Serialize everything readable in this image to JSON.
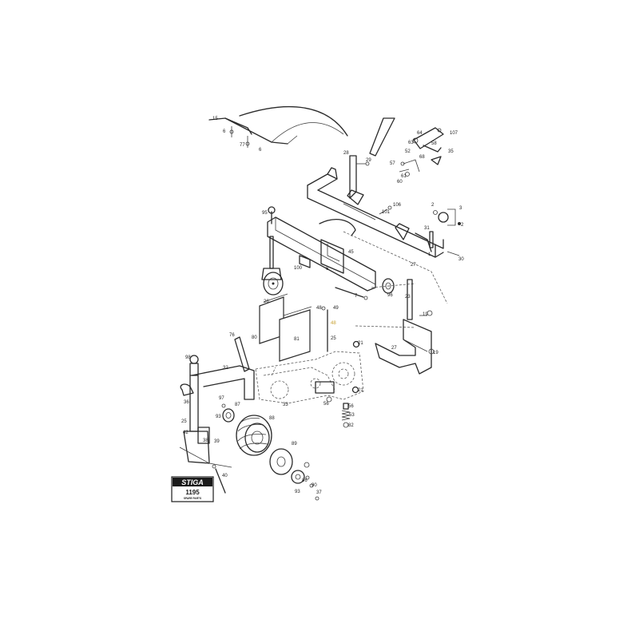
{
  "logo": {
    "brand": "STIGA",
    "model_number": "1195",
    "caption": "SPARE PARTS"
  },
  "callouts": [
    {
      "label": "15"
    },
    {
      "label": "6"
    },
    {
      "label": "77"
    },
    {
      "label": "6"
    },
    {
      "label": "28"
    },
    {
      "label": "29"
    },
    {
      "label": "64"
    },
    {
      "label": "107"
    },
    {
      "label": "63"
    },
    {
      "label": "58"
    },
    {
      "label": "52"
    },
    {
      "label": "35"
    },
    {
      "label": "57"
    },
    {
      "label": "68"
    },
    {
      "label": "61"
    },
    {
      "label": "60"
    },
    {
      "label": "106"
    },
    {
      "label": "101"
    },
    {
      "label": "95"
    },
    {
      "label": "2"
    },
    {
      "label": "3"
    },
    {
      "label": "2"
    },
    {
      "label": "31"
    },
    {
      "label": "1"
    },
    {
      "label": "30"
    },
    {
      "label": "27"
    },
    {
      "label": "45"
    },
    {
      "label": "100"
    },
    {
      "label": "6"
    },
    {
      "label": "7"
    },
    {
      "label": "96"
    },
    {
      "label": "23"
    },
    {
      "label": "26"
    },
    {
      "label": "48"
    },
    {
      "label": "49"
    },
    {
      "label": "80"
    },
    {
      "label": "81"
    },
    {
      "label": "76"
    },
    {
      "label": "25"
    },
    {
      "label": "21"
    },
    {
      "label": "19"
    },
    {
      "label": "27"
    },
    {
      "label": "19"
    },
    {
      "label": "98"
    },
    {
      "label": "32"
    },
    {
      "label": "21"
    },
    {
      "label": "33"
    },
    {
      "label": "56"
    },
    {
      "label": "56"
    },
    {
      "label": "53"
    },
    {
      "label": "82"
    },
    {
      "label": "36"
    },
    {
      "label": "97"
    },
    {
      "label": "87"
    },
    {
      "label": "93"
    },
    {
      "label": "88"
    },
    {
      "label": "25"
    },
    {
      "label": "42"
    },
    {
      "label": "38"
    },
    {
      "label": "39"
    },
    {
      "label": "89"
    },
    {
      "label": "40"
    },
    {
      "label": "90"
    },
    {
      "label": "86"
    },
    {
      "label": "93"
    },
    {
      "label": "37"
    }
  ],
  "highlighted_callout": {
    "label": "48"
  }
}
